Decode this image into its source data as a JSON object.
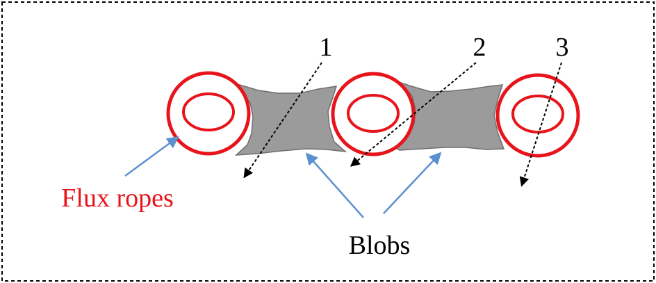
{
  "labels": {
    "region_1": "1",
    "region_2": "2",
    "region_3": "3",
    "flux_ropes": "Flux ropes",
    "blobs": "Blobs"
  },
  "colors": {
    "flux_rope": "#e8141b",
    "blob_fill": "#9b9b9b",
    "blob_edge": "#6e6e6e",
    "pointer_arrow": "#5b8fd0",
    "region_arrow": "#000000",
    "frame": "#000000",
    "flux_label": "#e8141b",
    "text": "#000000"
  }
}
